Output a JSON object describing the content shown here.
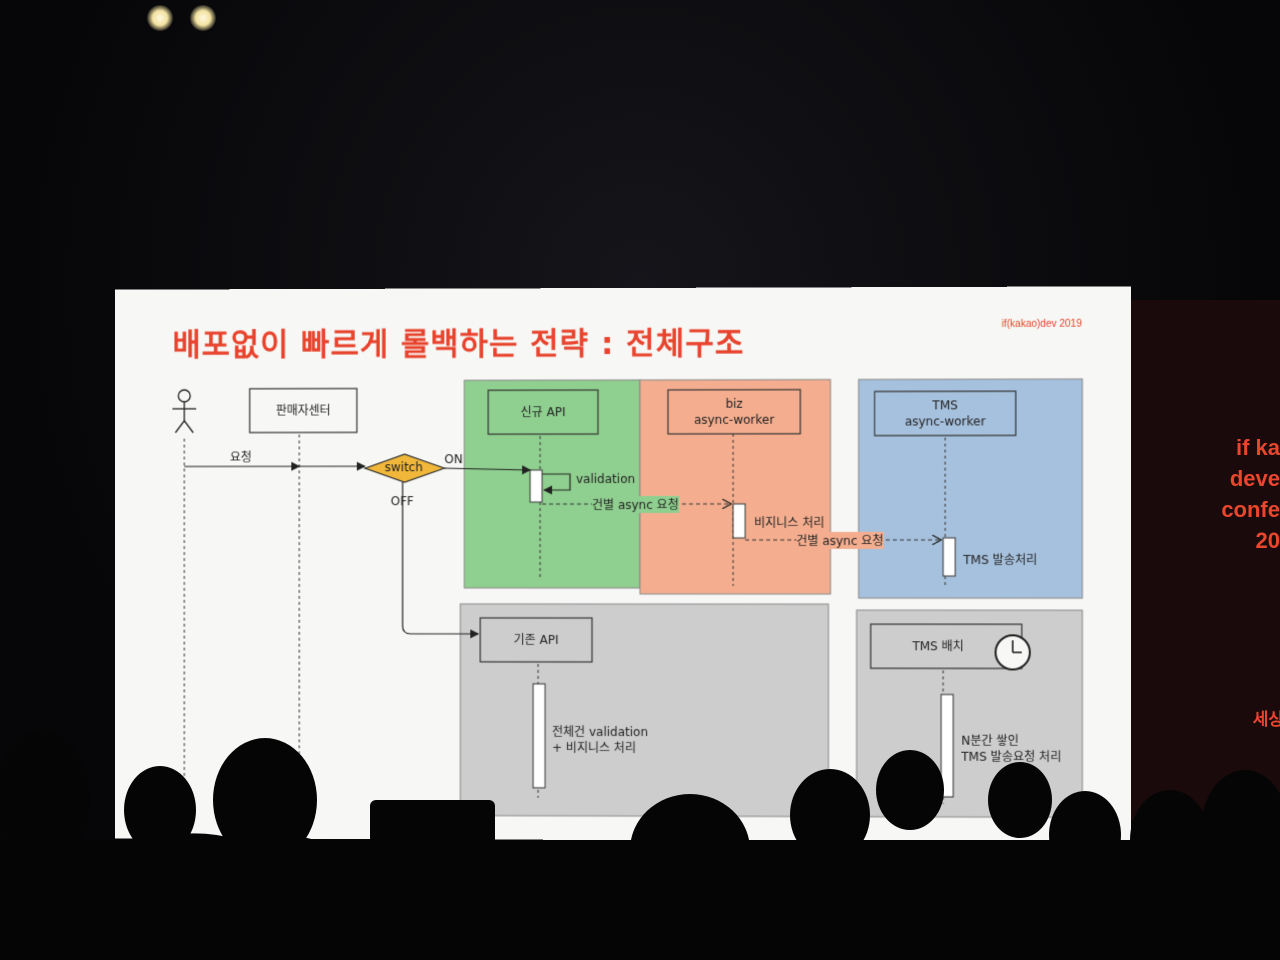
{
  "slide": {
    "title": "배포없이 빠르게 롤백하는 전략 : 전체구조",
    "brand": "if(kakao)dev 2019"
  },
  "actors": {
    "seller_center": "판매자센터",
    "new_api": "신규 API",
    "biz_worker": "biz\nasync-worker",
    "tms_worker": "TMS\nasync-worker",
    "legacy_api": "기존 API",
    "tms_batch": "TMS 배치"
  },
  "switch": {
    "label": "switch",
    "on": "ON",
    "off": "OFF"
  },
  "messages": {
    "request": "요청",
    "validation": "validation",
    "async_request_1": "건별 async 요청",
    "biz_process": "비지니스 처리",
    "async_request_2": "건별 async 요청",
    "tms_send": "TMS 발송처리",
    "full_validation": "전체건 validation\n+ 비지니스 처리",
    "batch_process": "N분간 쌓인\nTMS 발송요청 처리"
  },
  "side_screen": {
    "lines": "if ka\ndeve\nconfe\n20",
    "footer": "세상은 전"
  },
  "colors": {
    "title_red": "#e8432d",
    "zone_green": "#8fcf8f",
    "zone_orange": "#f4ae8f",
    "zone_blue": "#a6c1dd",
    "zone_gray": "#cdcdcd",
    "switch_yellow": "#f0b73a"
  }
}
